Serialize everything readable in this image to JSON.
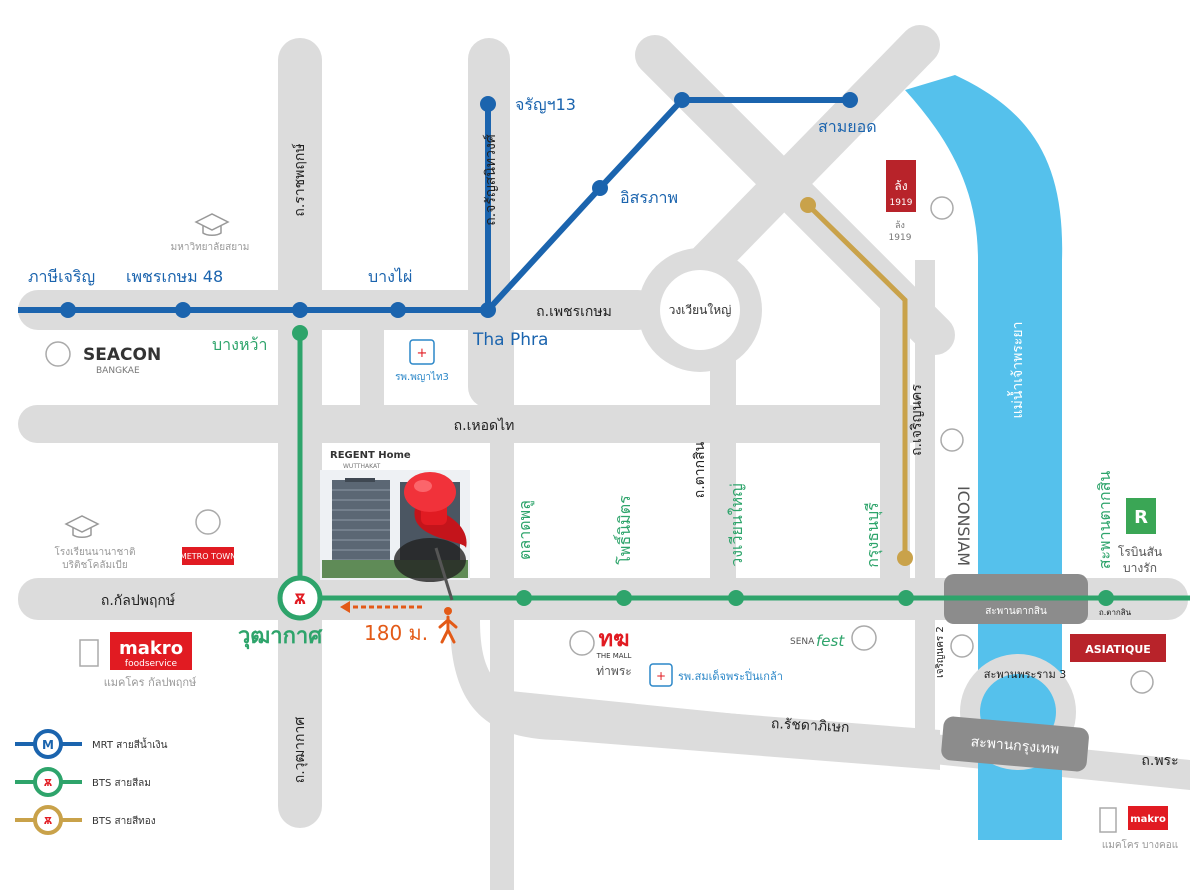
{
  "roads": {
    "rachaphruek": "ถ.ราชพฤกษ์",
    "charansanitwong": "ถ.จรัญสนิทวงศ์",
    "phetkasem": "ถ.เพชรเกษม",
    "hoetthai": "ถ.เหอดไท",
    "taksin": "ถ.ตากสิน",
    "charoennakhon": "ถ.เจริญนคร",
    "kanlapaphruek": "ถ.กัลปพฤกษ์",
    "wutthakat": "ถ.วุฒากาศ",
    "ratchadaphisek": "ถ.รัชดาภิเษก",
    "phra": "ถ.พระ",
    "roundabout": "วงเวียนใหญ่",
    "chrt_small": "ถ.ตากสิน",
    "soi": "เจริญนคร 2"
  },
  "mrt_stations": {
    "charan13": "จรัญฯ13",
    "samyot": "สามยอด",
    "itsaraphap": "อิสรภาพ",
    "phasi_charoen": "ภาษีเจริญ",
    "phetkasem48": "เพชรเกษม 48",
    "bang_phai": "บางไผ่",
    "tha_phra": "Tha Phra"
  },
  "bts_stations": {
    "bang_wa": "บางหว้า",
    "wutthakat": "วุฒากาศ",
    "talat_phlu": "ตลาดพลู",
    "pho_nimit": "โพธิ์นิมิตร",
    "wongwian_yai": "วงเวียนใหญ่",
    "krung_thon_buri": "กรุงธนบุรี",
    "saphan_taksin": "สะพานตากสิน"
  },
  "bridges": {
    "taksin_bridge": "สะพานตากสิน",
    "rama3_bridge": "สะพานพระราม 3",
    "krungthep_bridge": "สะพานกรุงเทพ"
  },
  "river": "แม่น้ำเจ้าพระยา",
  "distance": "180 ม.",
  "landmarks": {
    "university": "มหาวิทยาลัยสยาม",
    "seacon_brand": "SEACON",
    "seacon_sub": "BANGKAE",
    "hospital_phyathai": "รพ.พญาไท3",
    "metro_town": "METRO TOWN",
    "school": "โรงเรียนนานาชาติ บริติชโคลัมเบีย",
    "school_line1": "โรงเรียนนานาชาติ",
    "school_line2": "บริติชโคลัมเบีย",
    "makro_logo": "makro",
    "makro_sub": "foodservice",
    "makro_caption": "แมคโคร กัลปพฤกษ์",
    "the_mall_logo": "THE MALL",
    "the_mall_caption": "ท่าพระ",
    "hospital_somdet": "รพ.สมเด็จพระปิ่นเกล้า",
    "sena_fest_a": "SENA",
    "sena_fest_b": "fest",
    "iconsiam": "ICONSIAM",
    "lhong1919_caption": "ล้ง",
    "lhong1919_year": "1919",
    "robinson_caption": "โรบินสัน",
    "robinson_caption2": "บางรัก",
    "asiatique": "ASIATIQUE",
    "makro_bangkho_caption": "แมคโคร บางคอแ",
    "regent_home": "REGENT Home",
    "regent_sub": "WUTTHAKAT"
  },
  "legend": [
    {
      "symbol": "M",
      "label": "MRT สายสีน้ำเงิน",
      "color": "#1b64ae"
    },
    {
      "symbol": "BTS",
      "label": "BTS สายสีลม",
      "color": "#2ea46b"
    },
    {
      "symbol": "BTS",
      "label": "BTS สายสีทอง",
      "color": "#c9a24a"
    }
  ],
  "colors": {
    "road": "#dcdcdc",
    "mrt_blue": "#1b64ae",
    "bts_green": "#2ea46b",
    "gold": "#c9a24a",
    "river": "#55c1ec",
    "bridge": "#8c8c8c",
    "accent_orange": "#e35a17",
    "pin_red": "#e11b22"
  },
  "icons": [
    "graduation-cap-icon",
    "shopping-bag-icon",
    "hospital-icon",
    "walking-person-icon",
    "map-pin-icon"
  ]
}
